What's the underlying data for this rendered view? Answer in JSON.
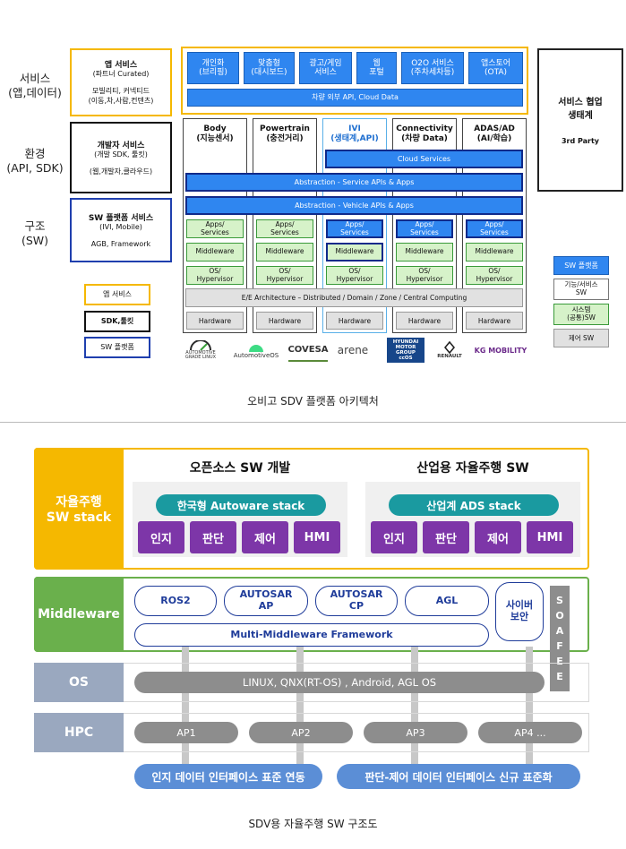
{
  "top": {
    "row_labels": {
      "service": "서비스\n(앱,데이터)",
      "env": "환경\n(API, SDK)",
      "structure": "구조\n(SW)"
    },
    "app_service": {
      "title": "앱 서비스",
      "sub": "(파트너 Curated)",
      "body": "모빌리티, 커넥티드\n(이동,차,사람,컨텐츠)"
    },
    "dev_service": {
      "title": "개발자 서비스",
      "sub": "(개발 SDK, 툴킷)",
      "body": "(웹,개발자,클라우드)"
    },
    "sw_platform": {
      "title": "SW 플랫폼 서비스",
      "sub": "(IVI, Mobile)",
      "body": "AGB, Framework"
    },
    "legend_left": [
      "앱 서비스",
      "SDK,툴킷",
      "SW 플랫폼"
    ],
    "service_tiles": [
      "개인화\n(브리핑)",
      "맞춤형\n(대시보드)",
      "광고/게임\n서비스",
      "웹\n포털",
      "O2O 서비스\n(주차세차등)",
      "앱스토어\n(OTA)"
    ],
    "vehicle_external_api": "차량 외부 API, Cloud Data",
    "columns": [
      {
        "title": "Body",
        "sub": "(지능센서)"
      },
      {
        "title": "Powertrain",
        "sub": "(충전거리)"
      },
      {
        "title": "IVI",
        "sub": "(생태계,API)"
      },
      {
        "title": "Connectivity",
        "sub": "(차량 Data)"
      },
      {
        "title": "ADAS/AD",
        "sub": "(AI/학습)"
      }
    ],
    "cloud_services": "Cloud Services",
    "abstraction_service": "Abstraction - Service APIs & Apps",
    "abstraction_vehicle": "Abstraction - Vehicle APIs & Apps",
    "apps_services": "Apps/\nServices",
    "middleware": "Middleware",
    "os_hypervisor": "OS/\nHypervisor",
    "ee_architecture": "E/E Architecture – Distributed / Domain / Zone / Central Computing",
    "hardware": "Hardware",
    "third_party": {
      "title": "서비스 협업\n생태계",
      "sub": "3rd Party"
    },
    "legend_right": [
      "SW 플랫폼",
      "기능/서비스\nSW",
      "시스템\n(공통)SW",
      "제어 SW"
    ],
    "logos": [
      "AUTOMOTIVE GRADE LINUX",
      "AutomotiveOS",
      "COVESA",
      "arene",
      "HYUNDAI MOTOR GROUP ccOS",
      "RENAULT",
      "KG MOBILITY"
    ],
    "caption": "오비고 SDV 플랫폼 아키텍처",
    "colors": {
      "yellow": "#f5b800",
      "blue": "#2f86f0",
      "navy": "#1f3fae",
      "green": "#d6f2c9"
    }
  },
  "bottom": {
    "layers": {
      "stack": "자율주행\nSW stack",
      "middleware": "Middleware",
      "os": "OS",
      "hpc": "HPC"
    },
    "open_source": {
      "title": "오픈소스 SW 개발",
      "stack_name": "한국형 Autoware stack",
      "modules": [
        "인지",
        "판단",
        "제어",
        "HMI"
      ]
    },
    "industrial": {
      "title": "산업용 자율주행 SW",
      "stack_name": "산업계 ADS stack",
      "modules": [
        "인지",
        "판단",
        "제어",
        "HMI"
      ]
    },
    "middleware_items": [
      "ROS2",
      "AUTOSAR\nAP",
      "AUTOSAR\nCP",
      "AGL"
    ],
    "cyber_security": "사이버\n보안",
    "multi_middleware": "Multi-Middleware Framework",
    "soafee": "SOAFEE",
    "os_list": "LINUX, QNX(RT-OS) , Android, AGL OS",
    "ap_items": [
      "AP1",
      "AP2",
      "AP3",
      "AP4 ..."
    ],
    "standard_left": "인지 데이터 인터페이스 표준 연동",
    "standard_right": "판단-제어 데이터 인터페이스 신규 표준화",
    "caption": "SDV용 자율주행 SW 구조도",
    "colors": {
      "yellow": "#f5b800",
      "green": "#6ab04c",
      "grey": "#9aa8bf",
      "purple": "#7d36a8",
      "teal": "#1a9aa0",
      "blue_pill": "#5b8ed6"
    }
  }
}
